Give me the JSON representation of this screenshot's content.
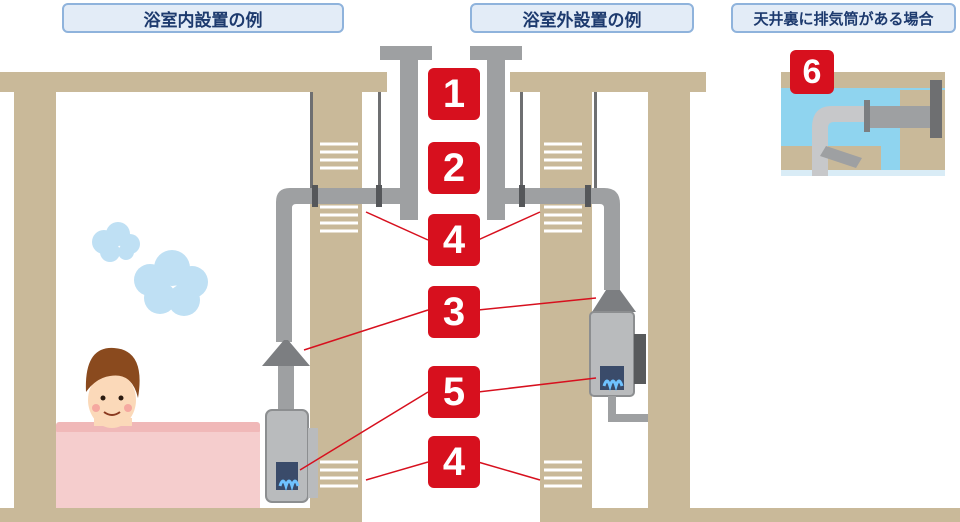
{
  "headers": {
    "indoor": "浴室内設置の例",
    "outdoor": "浴室外設置の例",
    "ceiling": "天井裏に排気筒がある場合"
  },
  "badges": {
    "b1": "1",
    "b2": "2",
    "b4_top": "4",
    "b3": "3",
    "b5": "5",
    "b4_bottom": "4",
    "b6": "6"
  },
  "colors": {
    "wall": "#c9b999",
    "pipe": "#9ea0a2",
    "badge": "#d7101e",
    "line": "#d7101e",
    "tub": "#f3c9c9",
    "cloud": "#bfe0f4",
    "sky": "#8fd4ef"
  }
}
